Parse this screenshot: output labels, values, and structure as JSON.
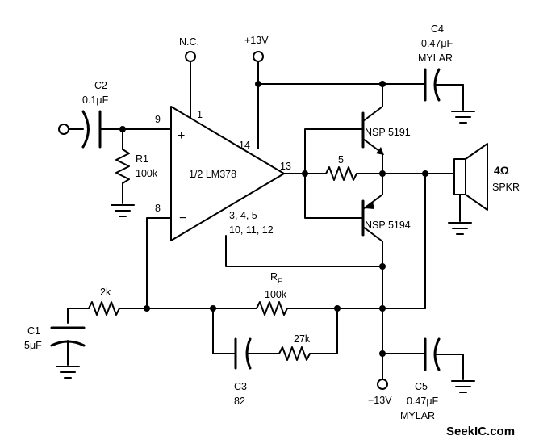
{
  "opamp": {
    "name": "1/2 LM378",
    "plus_sign": "+",
    "minus_sign": "−",
    "pin_plus": "9",
    "pin_minus": "8",
    "pin_nc": "1",
    "pin_supply": "14",
    "pin_out": "13",
    "pins_ground_a": "3, 4, 5",
    "pins_ground_b": "10, 11, 12"
  },
  "terminals": {
    "nc": "N.C.",
    "plus_supply": "+13V",
    "minus_supply": "−13V"
  },
  "components": {
    "c2_name": "C2",
    "c2_value": "0.1μF",
    "r1_name": "R1",
    "r1_value": "100k",
    "c4_name": "C4",
    "c4_value": "0.47μF",
    "c4_type": "MYLAR",
    "q_top": "NSP 5191",
    "q_bottom": "NSP 5194",
    "r_emitter": "5",
    "speaker_value": "4Ω",
    "speaker_name": "SPKR",
    "r_2k": "2k",
    "c1_name": "C1",
    "c1_value": "5μF",
    "rf_name": "R",
    "rf_sub": "F",
    "rf_value": "100k",
    "r_27k": "27k",
    "c3_name": "C3",
    "c3_value": "82",
    "c5_name": "C5",
    "c5_value": "0.47μF",
    "c5_type": "MYLAR"
  },
  "watermark": "SeekIC.com"
}
